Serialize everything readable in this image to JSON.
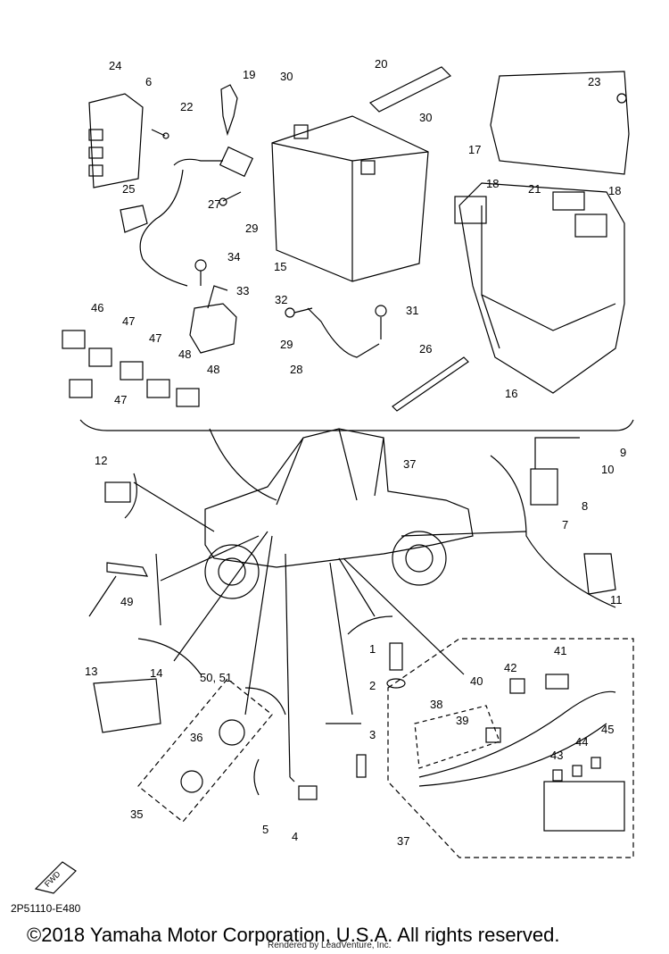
{
  "part_labels": [
    "24",
    "6",
    "22",
    "19",
    "30",
    "20",
    "23",
    "30",
    "17",
    "25",
    "27",
    "29",
    "15",
    "18",
    "21",
    "18",
    "34",
    "33",
    "32",
    "46",
    "47",
    "47",
    "48",
    "48",
    "47",
    "31",
    "29",
    "28",
    "26",
    "16",
    "12",
    "37",
    "9",
    "10",
    "8",
    "7",
    "49",
    "11",
    "13",
    "14",
    "50, 51",
    "36",
    "1",
    "2",
    "41",
    "42",
    "40",
    "38",
    "39",
    "3",
    "44",
    "45",
    "43",
    "35",
    "5",
    "4",
    "37"
  ],
  "diagram_code": "2P51110-E480",
  "fwd_label": "FWD",
  "copyright": "©2018 Yamaha Motor Corporation, U.S.A. All rights reserved.",
  "rendered_by": "Rendered by LeadVenture, Inc."
}
